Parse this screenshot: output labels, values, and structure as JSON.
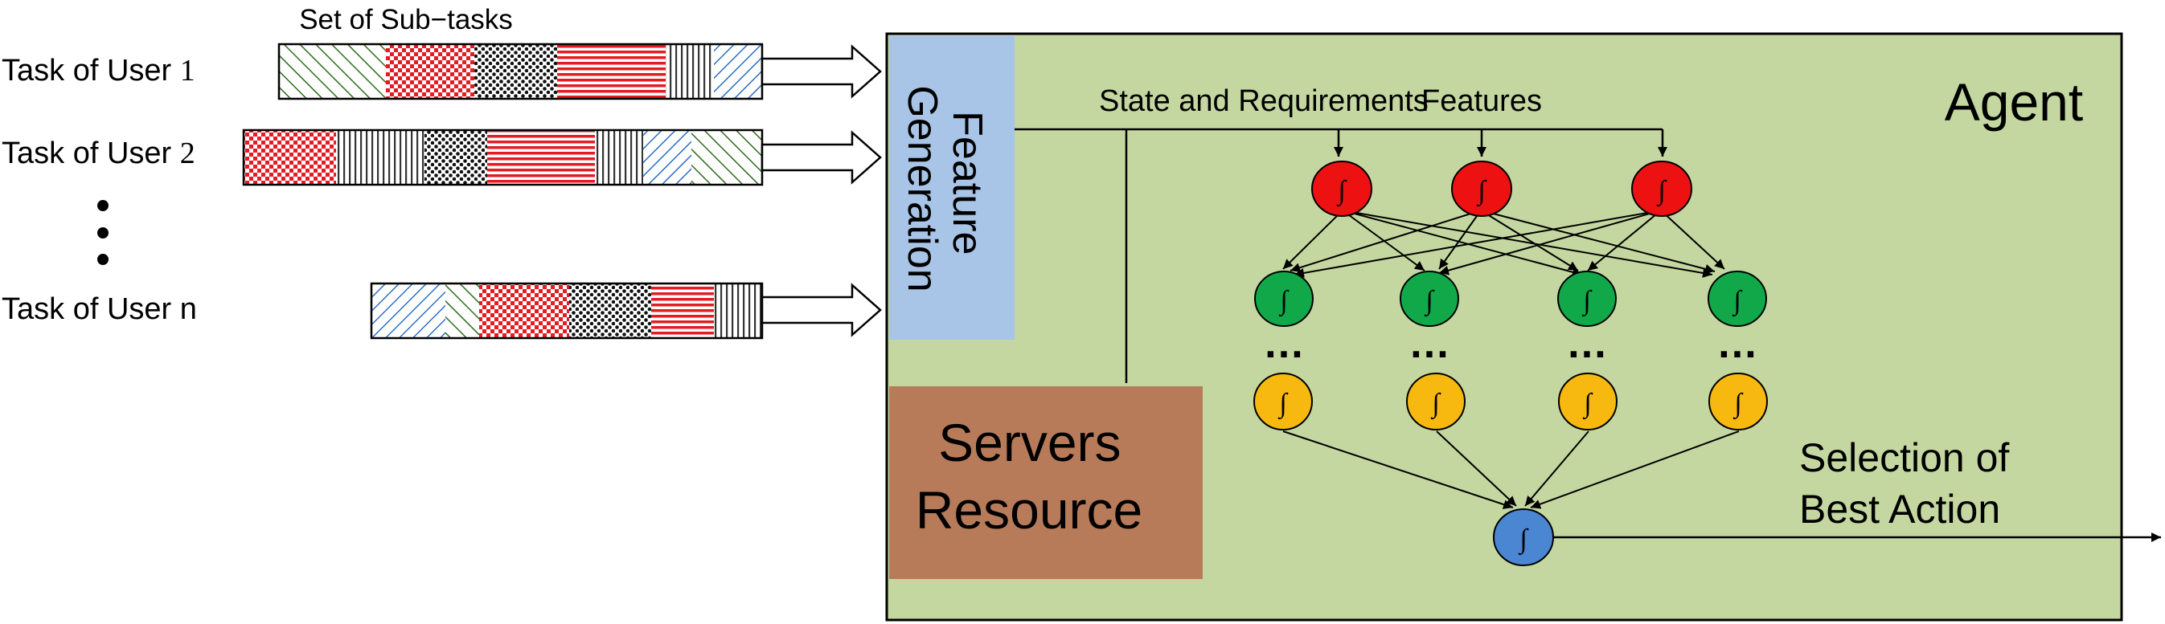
{
  "header": {
    "subtasks_label": "Set of Sub−tasks"
  },
  "users": [
    {
      "prefix": "Task of User ",
      "index": "1"
    },
    {
      "prefix": "Task of User ",
      "index": "2"
    },
    {
      "prefix": "Task of User ",
      "index": "n"
    }
  ],
  "agent": {
    "title": "Agent",
    "feature_generation": [
      "Feature",
      "Generation"
    ],
    "state_label": "State and Requirements",
    "features_label": "Features",
    "servers": [
      "Servers",
      "Resource"
    ],
    "selection": [
      "Selection of",
      "Best Action"
    ],
    "neuron_symbol": "∫",
    "ellipsis": "…"
  },
  "colors": {
    "agent_bg": "#c4d7a0",
    "feature_bg": "#a8c4e6",
    "servers_bg": "#b87b5a",
    "neuron_red": "#ee1111",
    "neuron_green": "#11a84a",
    "neuron_yellow": "#f7b90f",
    "neuron_blue": "#4a86d2",
    "pattern_green": "#2e6b1f",
    "pattern_red": "#e31b23",
    "pattern_blue": "#2e6fc4"
  }
}
